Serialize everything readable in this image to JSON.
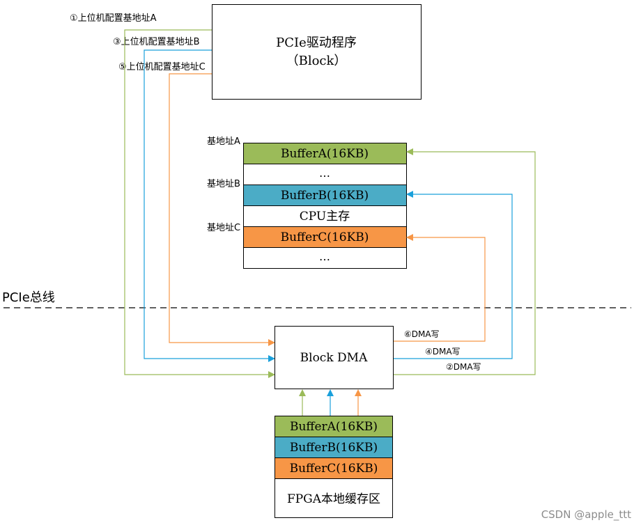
{
  "driver": {
    "title": "PCIe驱动程序",
    "subtitle": "（Block）"
  },
  "config_labels": {
    "a": "①上位机配置基地址A",
    "b": "③上位机配置基地址B",
    "c": "⑤上位机配置基地址C"
  },
  "cpu_memory": {
    "addr_a": "基地址A",
    "addr_b": "基地址B",
    "addr_c": "基地址C",
    "buffer_a": "BufferA(16KB)",
    "ellipsis_1": "…",
    "buffer_b": "BufferB(16KB)",
    "memory_label": "CPU主存",
    "buffer_c": "BufferC(16KB)",
    "ellipsis_2": "…"
  },
  "bus": {
    "label": "PCIe总线"
  },
  "dma": {
    "label": "Block DMA",
    "write_c": "⑥DMA写",
    "write_b": "④DMA写",
    "write_a": "②DMA写"
  },
  "fpga": {
    "buffer_a": "BufferA(16KB)",
    "buffer_b": "BufferB(16KB)",
    "buffer_c": "BufferC(16KB)",
    "label": "FPGA本地缓存区"
  },
  "watermark": "CSDN @apple_ttt",
  "colors": {
    "green": "#9BBB59",
    "blue": "#4BACC6",
    "orange": "#F79646",
    "line_green": "#9BBB59",
    "line_blue": "#1AA0DB",
    "line_orange": "#F79646"
  }
}
